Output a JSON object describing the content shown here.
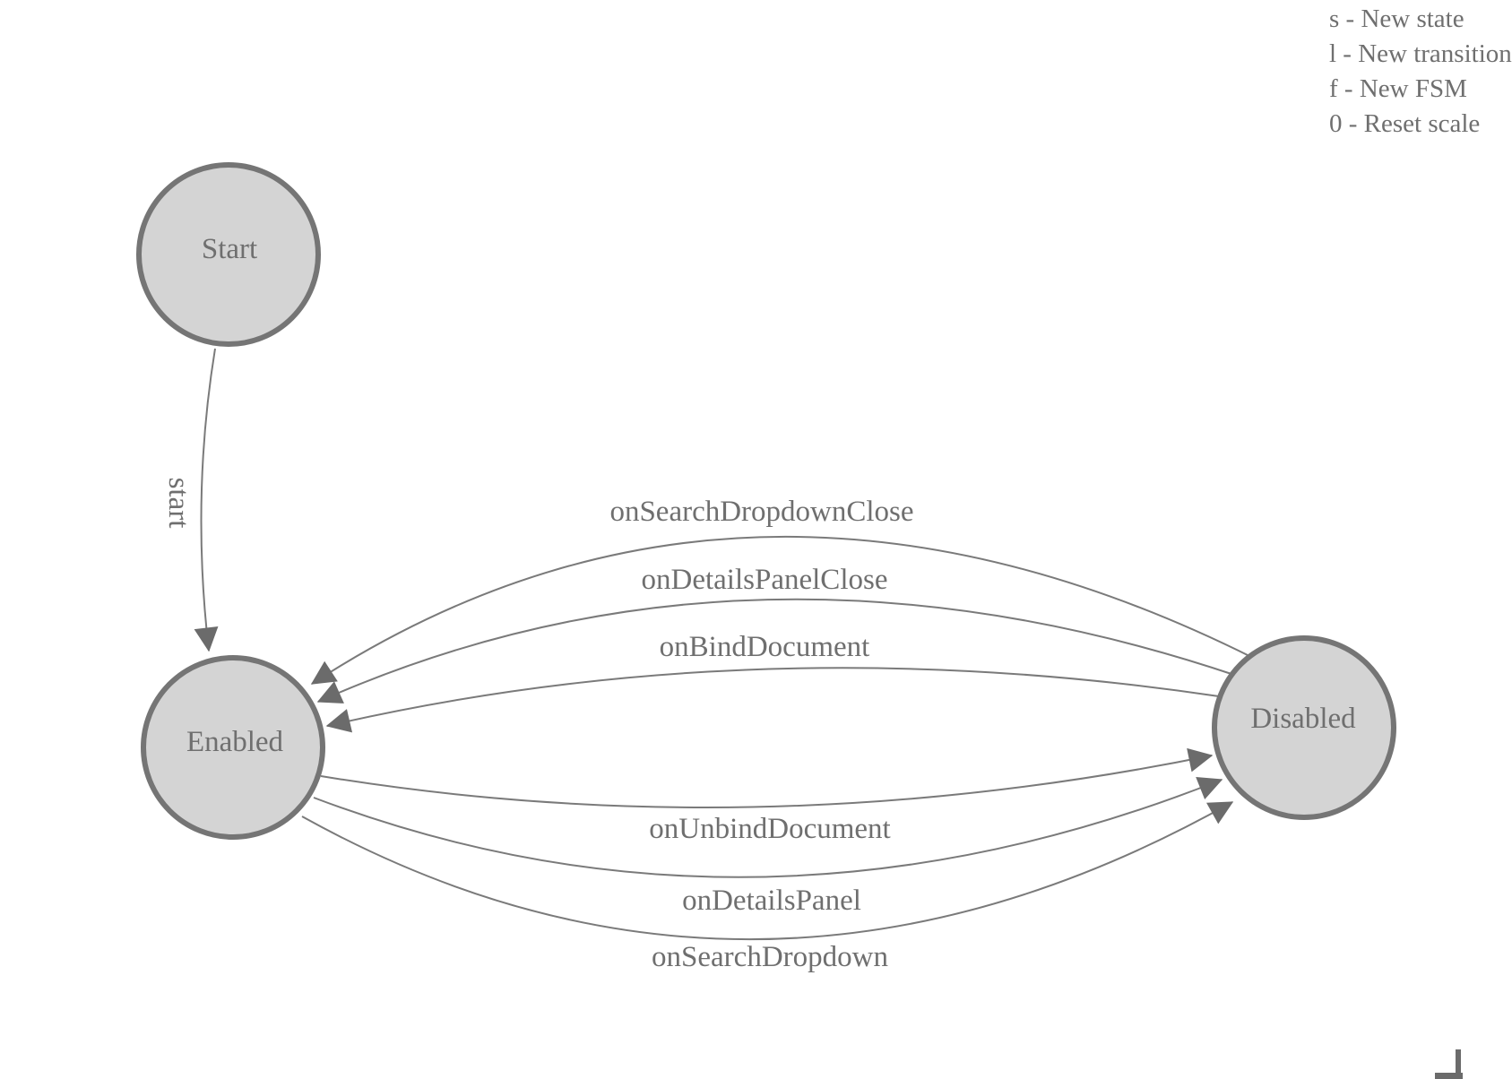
{
  "legend": {
    "lines": [
      "s - New state",
      "l - New transition",
      "f - New FSM",
      "0 - Reset scale"
    ]
  },
  "nodes": {
    "start": {
      "label": "Start"
    },
    "enabled": {
      "label": "Enabled"
    },
    "disabled": {
      "label": "Disabled"
    }
  },
  "edges": {
    "start_to_enabled": {
      "label": "start",
      "from": "Start",
      "to": "Enabled"
    },
    "disabled_to_enabled": [
      {
        "label": "onSearchDropdownClose",
        "from": "Disabled",
        "to": "Enabled"
      },
      {
        "label": "onDetailsPanelClose",
        "from": "Disabled",
        "to": "Enabled"
      },
      {
        "label": "onBindDocument",
        "from": "Disabled",
        "to": "Enabled"
      }
    ],
    "enabled_to_disabled": [
      {
        "label": "onUnbindDocument",
        "from": "Enabled",
        "to": "Disabled"
      },
      {
        "label": "onDetailsPanel",
        "from": "Enabled",
        "to": "Disabled"
      },
      {
        "label": "onSearchDropdown",
        "from": "Enabled",
        "to": "Disabled"
      }
    ]
  },
  "colors": {
    "background": "#ffffff",
    "node_fill": "#d4d4d4",
    "node_border": "#757575",
    "edge_stroke": "#7a7a7a",
    "arrowhead": "#6b6b6b",
    "text": "#6f6f6f"
  }
}
